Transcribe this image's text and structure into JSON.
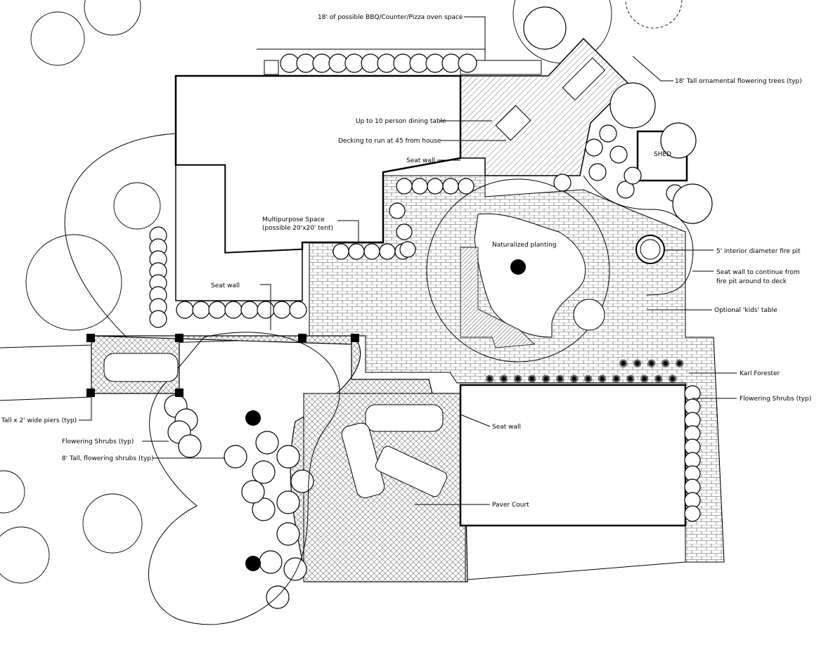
{
  "plan": {
    "labels": {
      "bbq": "18' of possible BBQ/Counter/Pizza oven space",
      "ornamental_trees": "18' Tall ornamental flowering trees (typ)",
      "dining_table": "Up to 10 person dining table",
      "decking": "Decking to run at 45 from house",
      "seat_wall_deck": "Seat wall",
      "shed": "SHED",
      "multipurpose_line1": "Multipurpose Space",
      "multipurpose_line2": "(possible 20'x20' tent)",
      "naturalized": "Naturalized planting",
      "fire_pit": "5' interior diameter fire pit",
      "seat_wall_fire_line1": "Seat wall to continue from",
      "seat_wall_fire_line2": "fire pit around to deck",
      "seat_wall_house": "Seat wall",
      "kids_table": "Optional 'kids' table",
      "karl_forester": "Karl Forester",
      "flowering_shrubs_right": "Flowering Shrubs (typ)",
      "piers": "Tall x 2' wide piers (typ)",
      "flowering_shrubs_left": "Flowering Shrubs (typ)",
      "tall_shrubs": "8' Tall, flowering shrubs (typ)",
      "seat_wall_garage": "Seat wall",
      "paver_court": "Paver Court"
    }
  }
}
